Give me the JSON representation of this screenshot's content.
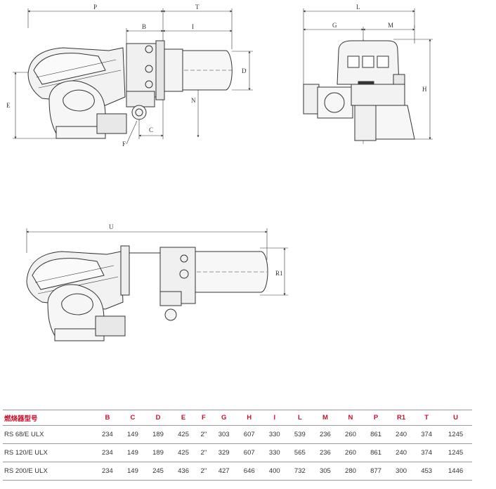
{
  "drawing": {
    "dimension_labels": {
      "P": "P",
      "T": "T",
      "B": "B",
      "I": "I",
      "D": "D",
      "E": "E",
      "N": "N",
      "C": "C",
      "F": "F",
      "L": "L",
      "G": "G",
      "M": "M",
      "H": "H",
      "U": "U",
      "R1": "R1"
    }
  },
  "table": {
    "header_model": "燃烧器型号",
    "columns": [
      "B",
      "C",
      "D",
      "E",
      "F",
      "G",
      "H",
      "I",
      "L",
      "M",
      "N",
      "P",
      "R1",
      "T",
      "U"
    ],
    "rows": [
      {
        "model": "RS 68/E ULX",
        "values": [
          "234",
          "149",
          "189",
          "425",
          "2\"",
          "303",
          "607",
          "330",
          "539",
          "236",
          "260",
          "861",
          "240",
          "374",
          "1245"
        ]
      },
      {
        "model": "RS 120/E ULX",
        "values": [
          "234",
          "149",
          "189",
          "425",
          "2\"",
          "329",
          "607",
          "330",
          "565",
          "236",
          "260",
          "861",
          "240",
          "374",
          "1245"
        ]
      },
      {
        "model": "RS 200/E ULX",
        "values": [
          "234",
          "149",
          "245",
          "436",
          "2\"",
          "427",
          "646",
          "400",
          "732",
          "305",
          "280",
          "877",
          "300",
          "453",
          "1446"
        ]
      }
    ]
  }
}
